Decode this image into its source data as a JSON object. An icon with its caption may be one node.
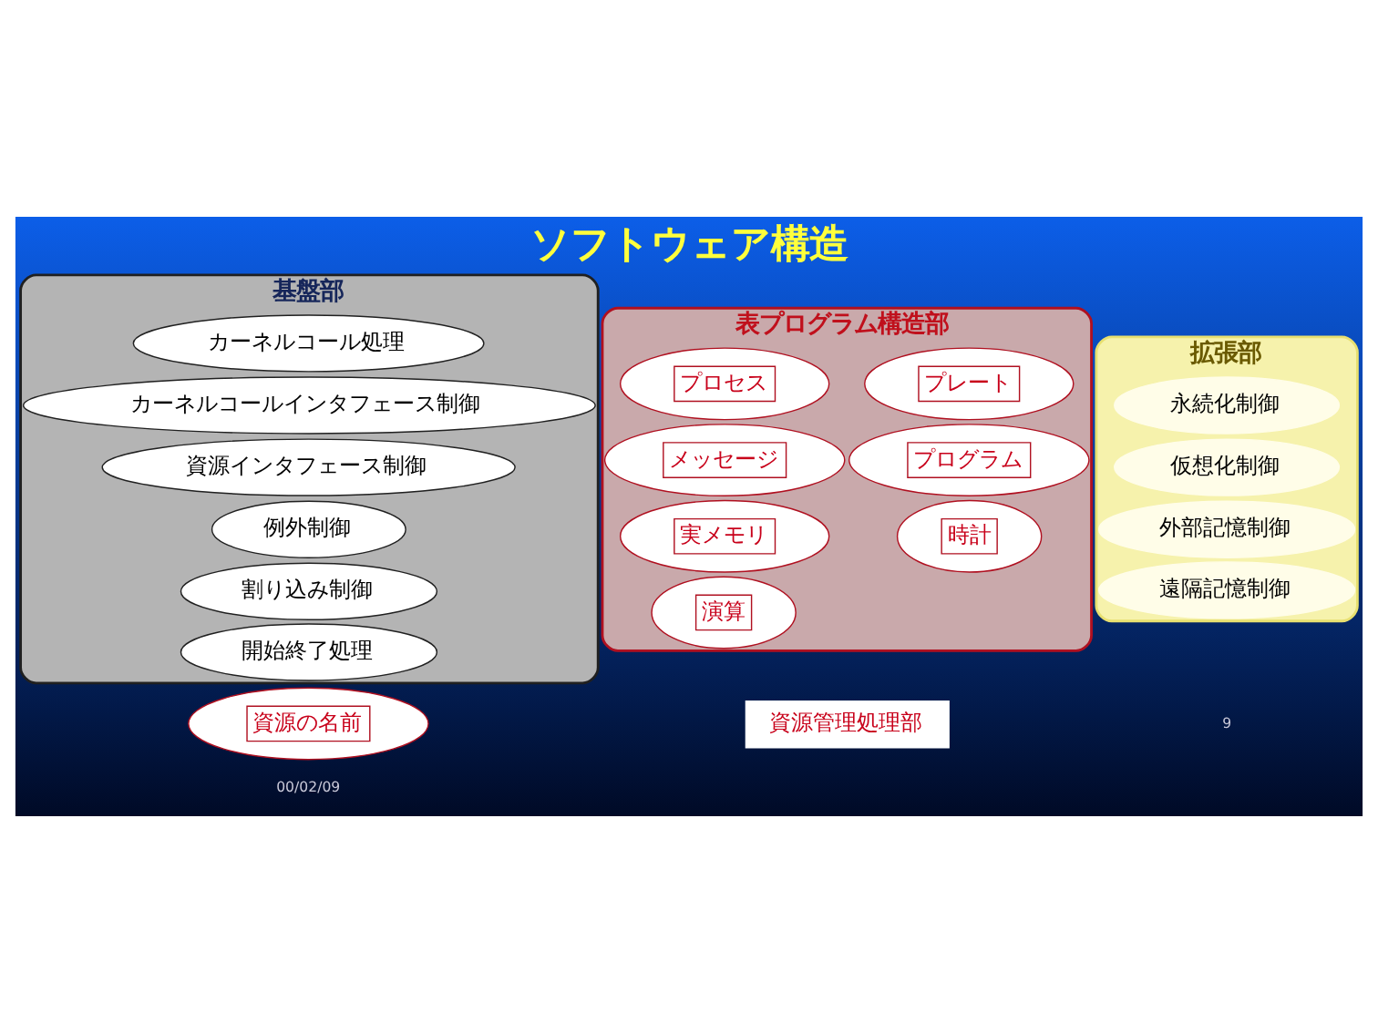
{
  "diagram": {
    "title": "ソフトウェア構造",
    "nodes": [
      {
        "text": [
          "基盤部"
        ]
      },
      {
        "text": [
          "カーネルコール処理"
        ],
        "in": 0
      },
      {
        "text": [
          "カーネルコールインタフェース制御"
        ],
        "in": 0
      },
      {
        "text": [
          "資源インタフェース制御"
        ],
        "in": 0
      },
      {
        "text": [
          "例外制御"
        ],
        "in": 0
      },
      {
        "text": [
          "割り込み制御"
        ],
        "in": 0
      },
      {
        "text": [
          "開始終了処理"
        ],
        "in": 0
      },
      {
        "text": [
          "表プログラム構造部"
        ]
      },
      {
        "text": [
          "プロセス"
        ],
        "in": 7
      },
      {
        "text": [
          "プレート"
        ],
        "in": 7
      },
      {
        "text": [
          "メッセージ"
        ],
        "in": 7
      },
      {
        "text": [
          "プログラム"
        ],
        "in": 7
      },
      {
        "text": [
          "実メモリ"
        ],
        "in": 7
      },
      {
        "text": [
          "時計"
        ],
        "in": 7
      },
      {
        "text": [
          "演算"
        ],
        "in": 7
      },
      {
        "text": [
          "拡張部"
        ]
      },
      {
        "text": [
          "永続化制御"
        ],
        "in": 15
      },
      {
        "text": [
          "仮想化制御"
        ],
        "in": 15
      },
      {
        "text": [
          "外部記憶制御"
        ],
        "in": 15
      },
      {
        "text": [
          "遠隔記憶制御"
        ],
        "in": 15
      },
      {
        "text": [
          "資源管理処理部"
        ]
      },
      {
        "text": [
          "資源の名前"
        ]
      }
    ],
    "edges": [],
    "labels": [
      "00/02/09",
      "9"
    ]
  }
}
